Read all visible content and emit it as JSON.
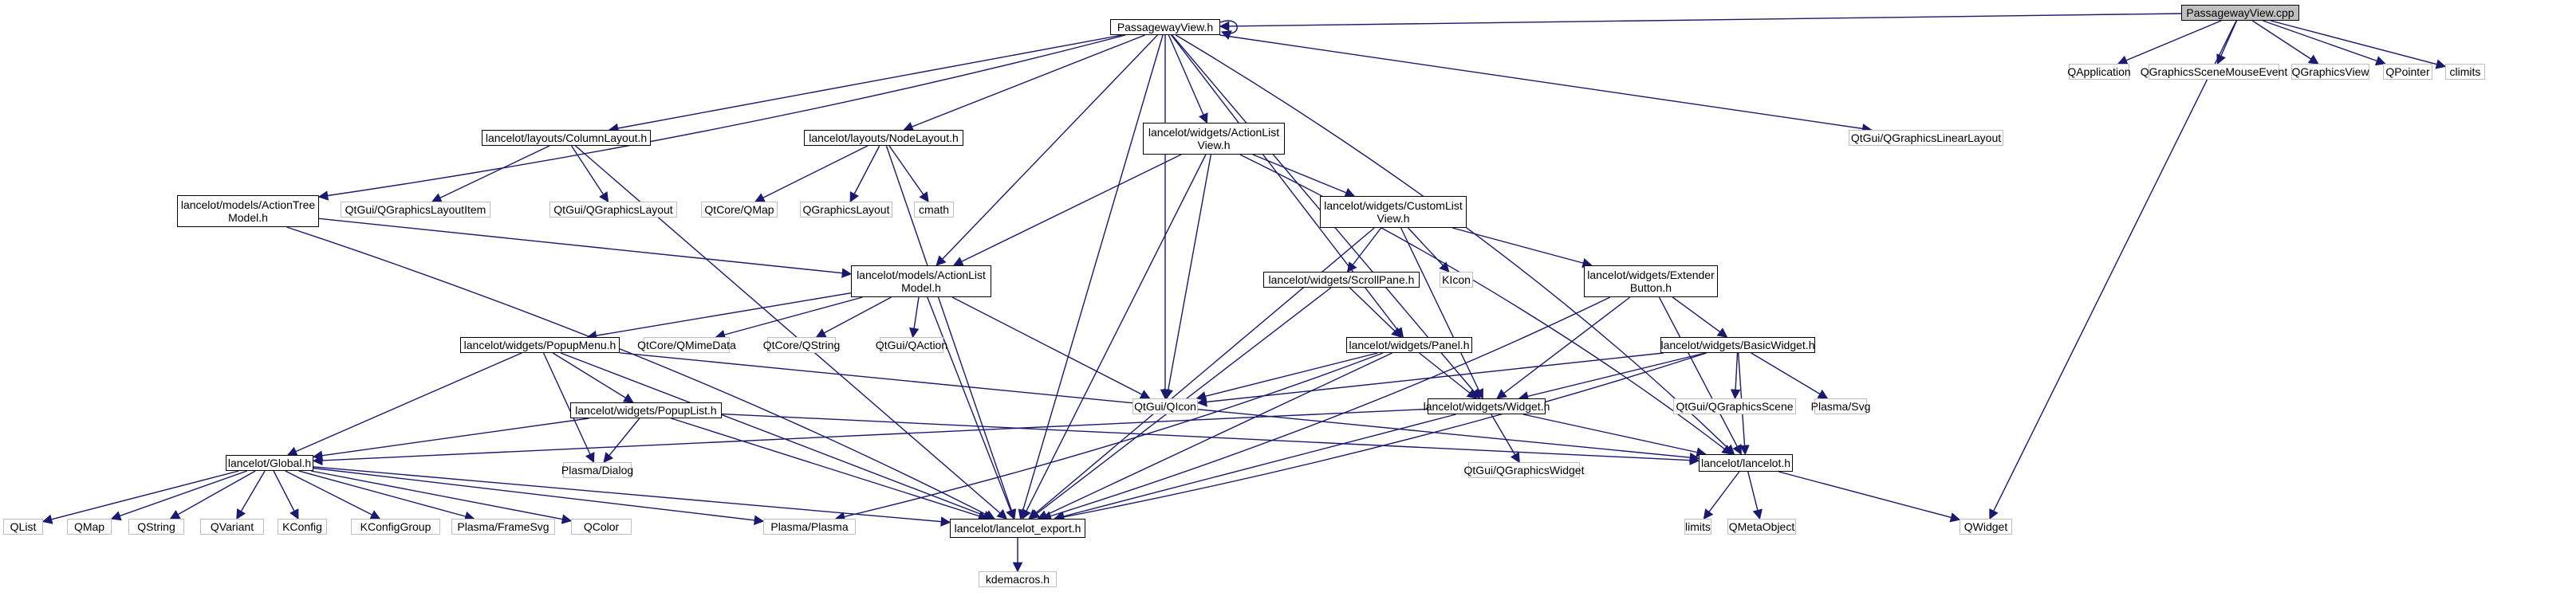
{
  "title": "PassagewayView.cpp include dependency graph",
  "colors": {
    "edge": "#191970",
    "root_fill": "#bfbfbf",
    "external_border": "#bfbfbf",
    "internal_border": "#000000"
  },
  "nodes": [
    {
      "id": "cpp",
      "label": "PassagewayView.cpp",
      "kind": "root"
    },
    {
      "id": "pvh",
      "label": "PassagewayView.h",
      "kind": "int"
    },
    {
      "id": "qapp",
      "label": "QApplication",
      "kind": "ext"
    },
    {
      "id": "qgsme",
      "label": "QGraphicsSceneMouseEvent",
      "kind": "ext"
    },
    {
      "id": "qgv",
      "label": "QGraphicsView",
      "kind": "ext"
    },
    {
      "id": "qptr",
      "label": "QPointer",
      "kind": "ext"
    },
    {
      "id": "climits",
      "label": "climits",
      "kind": "ext"
    },
    {
      "id": "collay",
      "label": "lancelot/layouts/ColumnLayout.h",
      "kind": "int"
    },
    {
      "id": "nodelay",
      "label": "lancelot/layouts/NodeLayout.h",
      "kind": "int"
    },
    {
      "id": "alview",
      "label": "lancelot/widgets/ActionList\nView.h",
      "kind": "int"
    },
    {
      "id": "qglinlay",
      "label": "QtGui/QGraphicsLinearLayout",
      "kind": "ext"
    },
    {
      "id": "atmodel",
      "label": "lancelot/models/ActionTree\nModel.h",
      "kind": "int"
    },
    {
      "id": "qglitem",
      "label": "QtGui/QGraphicsLayoutItem",
      "kind": "ext"
    },
    {
      "id": "qtqglay",
      "label": "QtGui/QGraphicsLayout",
      "kind": "ext"
    },
    {
      "id": "qmap",
      "label": "QtCore/QMap",
      "kind": "ext"
    },
    {
      "id": "qglay",
      "label": "QGraphicsLayout",
      "kind": "ext"
    },
    {
      "id": "cmath",
      "label": "cmath",
      "kind": "ext"
    },
    {
      "id": "clview",
      "label": "lancelot/widgets/CustomList\nView.h",
      "kind": "int"
    },
    {
      "id": "almodel",
      "label": "lancelot/models/ActionList\nModel.h",
      "kind": "int"
    },
    {
      "id": "scroll",
      "label": "lancelot/widgets/ScrollPane.h",
      "kind": "int"
    },
    {
      "id": "kicon",
      "label": "KIcon",
      "kind": "ext"
    },
    {
      "id": "extbtn",
      "label": "lancelot/widgets/Extender\nButton.h",
      "kind": "int"
    },
    {
      "id": "popmenu",
      "label": "lancelot/widgets/PopupMenu.h",
      "kind": "int"
    },
    {
      "id": "qmime",
      "label": "QtCore/QMimeData",
      "kind": "ext"
    },
    {
      "id": "qstr2",
      "label": "QtCore/QString",
      "kind": "ext"
    },
    {
      "id": "qact",
      "label": "QtGui/QAction",
      "kind": "ext"
    },
    {
      "id": "panel",
      "label": "lancelot/widgets/Panel.h",
      "kind": "int"
    },
    {
      "id": "basicw",
      "label": "lancelot/widgets/BasicWidget.h",
      "kind": "int"
    },
    {
      "id": "qicon",
      "label": "QtGui/QIcon",
      "kind": "ext"
    },
    {
      "id": "poplist",
      "label": "lancelot/widgets/PopupList.h",
      "kind": "int"
    },
    {
      "id": "widget",
      "label": "lancelot/widgets/Widget.h",
      "kind": "int"
    },
    {
      "id": "qgscene",
      "label": "QtGui/QGraphicsScene",
      "kind": "ext"
    },
    {
      "id": "psvg",
      "label": "Plasma/Svg",
      "kind": "ext"
    },
    {
      "id": "global",
      "label": "lancelot/Global.h",
      "kind": "int"
    },
    {
      "id": "pdialog",
      "label": "Plasma/Dialog",
      "kind": "ext"
    },
    {
      "id": "qgwidget",
      "label": "QtGui/QGraphicsWidget",
      "kind": "ext"
    },
    {
      "id": "lancelot",
      "label": "lancelot/lancelot.h",
      "kind": "int"
    },
    {
      "id": "qlist",
      "label": "QList",
      "kind": "ext"
    },
    {
      "id": "qmap2",
      "label": "QMap",
      "kind": "ext"
    },
    {
      "id": "qstring",
      "label": "QString",
      "kind": "ext"
    },
    {
      "id": "qvariant",
      "label": "QVariant",
      "kind": "ext"
    },
    {
      "id": "kconfig",
      "label": "KConfig",
      "kind": "ext"
    },
    {
      "id": "kcg",
      "label": "KConfigGroup",
      "kind": "ext"
    },
    {
      "id": "pframe",
      "label": "Plasma/FrameSvg",
      "kind": "ext"
    },
    {
      "id": "qcolor",
      "label": "QColor",
      "kind": "ext"
    },
    {
      "id": "pplasma",
      "label": "Plasma/Plasma",
      "kind": "ext"
    },
    {
      "id": "export",
      "label": "lancelot/lancelot_export.h",
      "kind": "int"
    },
    {
      "id": "limits",
      "label": "limits",
      "kind": "ext"
    },
    {
      "id": "qmeta",
      "label": "QMetaObject",
      "kind": "ext"
    },
    {
      "id": "qwidget",
      "label": "QWidget",
      "kind": "ext"
    },
    {
      "id": "kdemacros",
      "label": "kdemacros.h",
      "kind": "ext"
    }
  ],
  "edges": [
    [
      "cpp",
      "pvh"
    ],
    [
      "cpp",
      "qapp"
    ],
    [
      "cpp",
      "qgsme"
    ],
    [
      "cpp",
      "qgv"
    ],
    [
      "cpp",
      "qptr"
    ],
    [
      "cpp",
      "climits"
    ],
    [
      "cpp",
      "qwidget"
    ],
    [
      "pvh",
      "pvh"
    ],
    [
      "pvh",
      "collay"
    ],
    [
      "pvh",
      "nodelay"
    ],
    [
      "pvh",
      "alview"
    ],
    [
      "pvh",
      "qglinlay"
    ],
    [
      "pvh",
      "atmodel"
    ],
    [
      "pvh",
      "almodel"
    ],
    [
      "pvh",
      "qicon"
    ],
    [
      "pvh",
      "panel"
    ],
    [
      "pvh",
      "widget"
    ],
    [
      "pvh",
      "lancelot"
    ],
    [
      "pvh",
      "export"
    ],
    [
      "collay",
      "qglitem"
    ],
    [
      "collay",
      "qtqglay"
    ],
    [
      "collay",
      "export"
    ],
    [
      "nodelay",
      "qmap"
    ],
    [
      "nodelay",
      "qglay"
    ],
    [
      "nodelay",
      "cmath"
    ],
    [
      "nodelay",
      "export"
    ],
    [
      "alview",
      "clview"
    ],
    [
      "alview",
      "almodel"
    ],
    [
      "alview",
      "qicon"
    ],
    [
      "alview",
      "export"
    ],
    [
      "alview",
      "lancelot"
    ],
    [
      "atmodel",
      "almodel"
    ],
    [
      "atmodel",
      "export"
    ],
    [
      "clview",
      "scroll"
    ],
    [
      "clview",
      "kicon"
    ],
    [
      "clview",
      "extbtn"
    ],
    [
      "clview",
      "widget"
    ],
    [
      "clview",
      "export"
    ],
    [
      "almodel",
      "popmenu"
    ],
    [
      "almodel",
      "qmime"
    ],
    [
      "almodel",
      "qstr2"
    ],
    [
      "almodel",
      "qact"
    ],
    [
      "almodel",
      "qicon"
    ],
    [
      "almodel",
      "export"
    ],
    [
      "scroll",
      "panel"
    ],
    [
      "scroll",
      "export"
    ],
    [
      "extbtn",
      "basicw"
    ],
    [
      "extbtn",
      "widget"
    ],
    [
      "extbtn",
      "lancelot"
    ],
    [
      "extbtn",
      "export"
    ],
    [
      "popmenu",
      "poplist"
    ],
    [
      "popmenu",
      "global"
    ],
    [
      "popmenu",
      "pdialog"
    ],
    [
      "popmenu",
      "lancelot"
    ],
    [
      "popmenu",
      "export"
    ],
    [
      "panel",
      "widget"
    ],
    [
      "panel",
      "qicon"
    ],
    [
      "panel",
      "pplasma"
    ],
    [
      "panel",
      "export"
    ],
    [
      "basicw",
      "widget"
    ],
    [
      "basicw",
      "qicon"
    ],
    [
      "basicw",
      "qgscene"
    ],
    [
      "basicw",
      "psvg"
    ],
    [
      "basicw",
      "lancelot"
    ],
    [
      "basicw",
      "export"
    ],
    [
      "poplist",
      "global"
    ],
    [
      "poplist",
      "pdialog"
    ],
    [
      "poplist",
      "lancelot"
    ],
    [
      "poplist",
      "export"
    ],
    [
      "widget",
      "global"
    ],
    [
      "widget",
      "qgwidget"
    ],
    [
      "widget",
      "lancelot"
    ],
    [
      "widget",
      "export"
    ],
    [
      "global",
      "qlist"
    ],
    [
      "global",
      "qmap2"
    ],
    [
      "global",
      "qstring"
    ],
    [
      "global",
      "qvariant"
    ],
    [
      "global",
      "kconfig"
    ],
    [
      "global",
      "kcg"
    ],
    [
      "global",
      "pframe"
    ],
    [
      "global",
      "qcolor"
    ],
    [
      "global",
      "pplasma"
    ],
    [
      "global",
      "export"
    ],
    [
      "lancelot",
      "limits"
    ],
    [
      "lancelot",
      "qmeta"
    ],
    [
      "lancelot",
      "qwidget"
    ],
    [
      "export",
      "kdemacros"
    ]
  ]
}
